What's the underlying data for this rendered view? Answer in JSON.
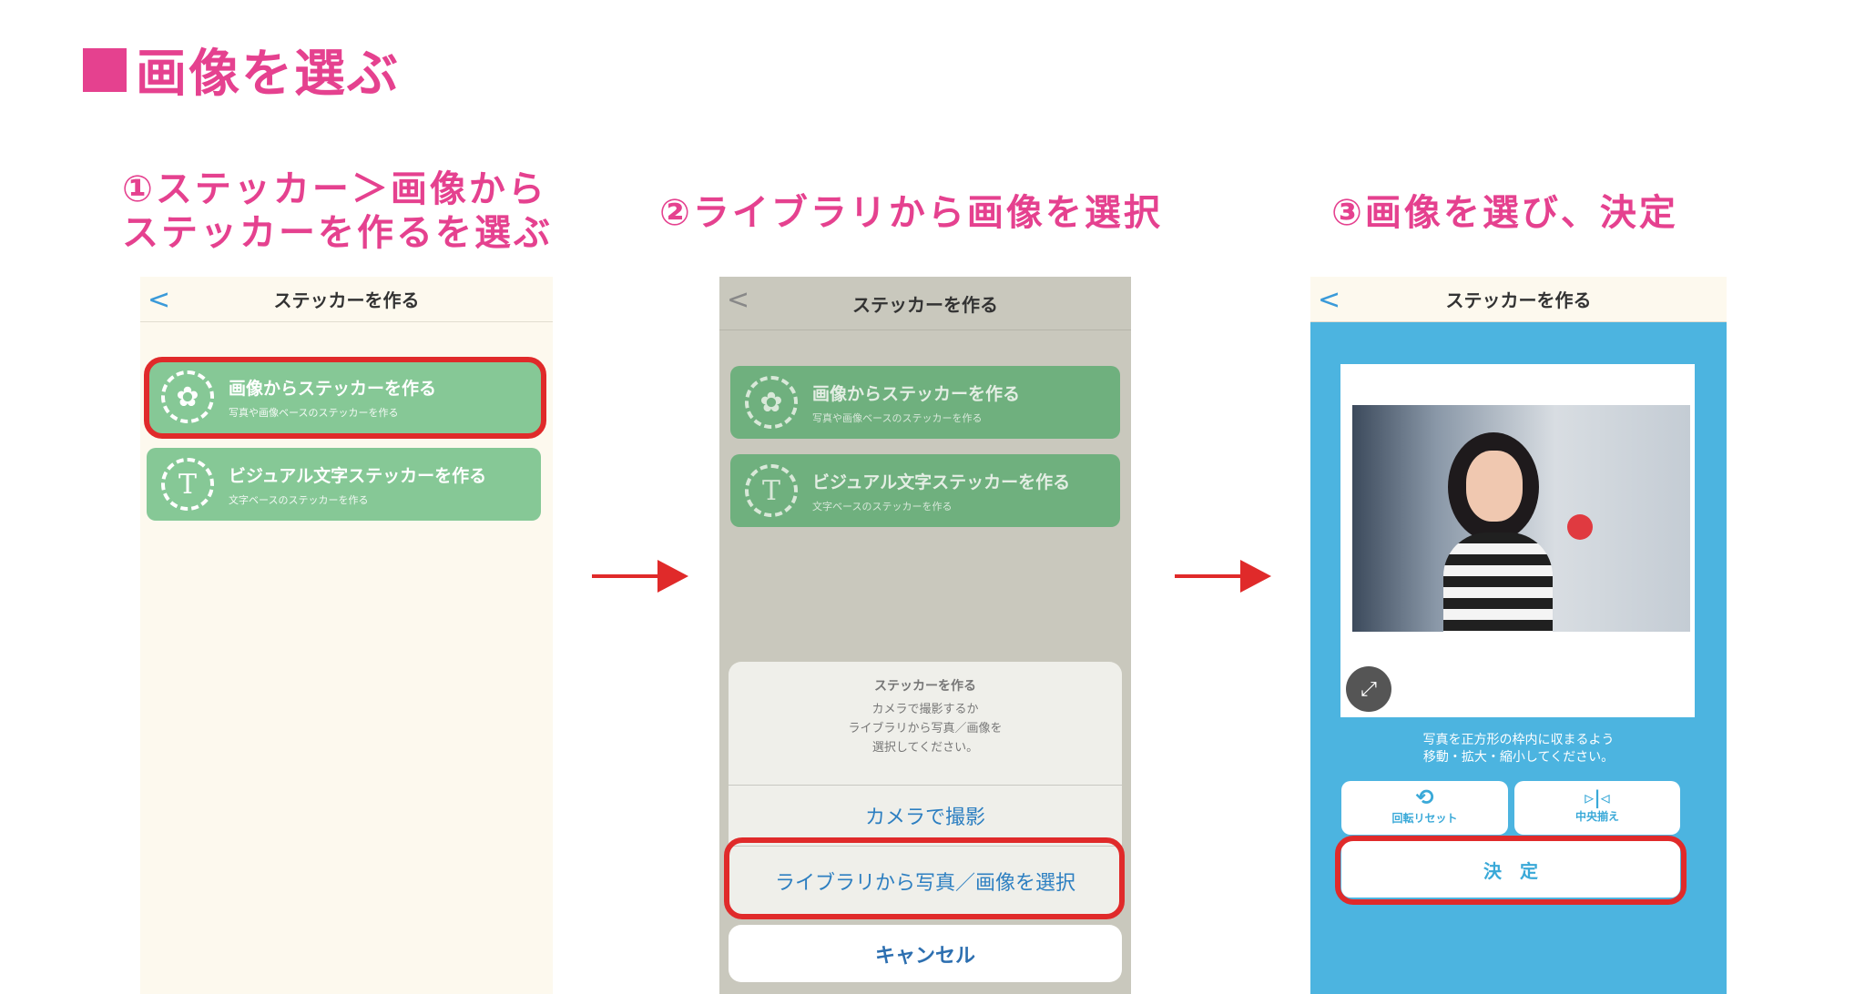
{
  "title": "画像を選ぶ",
  "steps": [
    {
      "line1": "①ステッカー＞画像から",
      "line2": "ステッカーを作るを選ぶ"
    },
    {
      "line1": "②ライブラリから画像を選択"
    },
    {
      "line1": "③画像を選び、決定"
    }
  ],
  "app": {
    "header_title": "ステッカーを作る",
    "items": [
      {
        "title": "画像からステッカーを作る",
        "subtitle": "写真や画像ベースのステッカーを作る",
        "icon": "tulip-icon"
      },
      {
        "title": "ビジュアル文字ステッカーを作る",
        "subtitle": "文字ベースのステッカーを作る",
        "icon": "T"
      }
    ]
  },
  "sheet": {
    "title": "ステッカーを作る",
    "message_lines": [
      "カメラで撮影するか",
      "ライブラリから写真／画像を",
      "選択してください。"
    ],
    "camera": "カメラで撮影",
    "library": "ライブラリから写真／画像を選択",
    "cancel": "キャンセル"
  },
  "editor": {
    "instruction_lines": [
      "写真を正方形の枠内に収まるよう",
      "移動・拡大・縮小してください。"
    ],
    "rotate_reset": "回転リセット",
    "center_align": "中央揃え",
    "decide": "決　定"
  },
  "colors": {
    "accent": "#e5418f",
    "green": "#86c896",
    "blue": "#4cb4e0",
    "red": "#e02a2a"
  }
}
